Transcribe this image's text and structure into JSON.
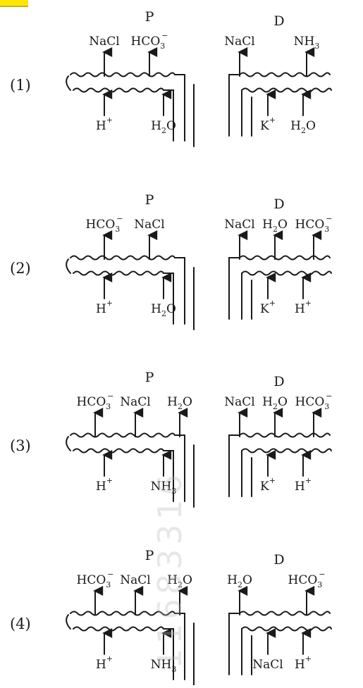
{
  "watermark": "11683316",
  "panels": [
    {
      "number": "(1)",
      "proximal": {
        "title": "P",
        "out": [
          {
            "text": "NaCl"
          },
          {
            "text": "HCO",
            "sub": "3",
            "sup": "−"
          }
        ],
        "in": [
          {
            "text": "H",
            "sup": "+"
          },
          {
            "text": "H",
            "sub": "2",
            "after": "O"
          }
        ]
      },
      "distal": {
        "title": "D",
        "out": [
          {
            "text": "NaCl"
          },
          {
            "text": "NH",
            "sub": "3"
          }
        ],
        "in": [
          {
            "text": "K",
            "sup": "+"
          },
          {
            "text": "H",
            "sub": "2",
            "after": "O"
          }
        ]
      }
    },
    {
      "number": "(2)",
      "proximal": {
        "title": "P",
        "out": [
          {
            "text": "HCO",
            "sub": "3",
            "sup": "−"
          },
          {
            "text": "NaCl"
          }
        ],
        "in": [
          {
            "text": "H",
            "sup": "+"
          },
          {
            "text": "H",
            "sub": "2",
            "after": "O"
          }
        ]
      },
      "distal": {
        "title": "D",
        "out": [
          {
            "text": "NaCl"
          },
          {
            "text": "H",
            "sub": "2",
            "after": "O"
          },
          {
            "text": "HCO",
            "sub": "3",
            "sup": "−"
          }
        ],
        "in": [
          {
            "text": "K",
            "sup": "+"
          },
          {
            "text": "H",
            "sup": "+"
          }
        ]
      }
    },
    {
      "number": "(3)",
      "proximal": {
        "title": "P",
        "out": [
          {
            "text": "HCO",
            "sub": "3",
            "sup": "−"
          },
          {
            "text": "NaCl"
          },
          {
            "text": "H",
            "sub": "2",
            "after": "O"
          }
        ],
        "in": [
          {
            "text": "H",
            "sup": "+"
          },
          {
            "text": "NH",
            "sub": "3"
          }
        ]
      },
      "distal": {
        "title": "D",
        "out": [
          {
            "text": "NaCl"
          },
          {
            "text": "H",
            "sub": "2",
            "after": "O"
          },
          {
            "text": "HCO",
            "sub": "3",
            "sup": "−"
          }
        ],
        "in": [
          {
            "text": "K",
            "sup": "+"
          },
          {
            "text": "H",
            "sup": "+"
          }
        ]
      }
    },
    {
      "number": "(4)",
      "proximal": {
        "title": "P",
        "out": [
          {
            "text": "HCO",
            "sub": "3",
            "sup": "−"
          },
          {
            "text": "NaCl"
          },
          {
            "text": "H",
            "sub": "2",
            "after": "O"
          }
        ],
        "in": [
          {
            "text": "H",
            "sup": "+"
          },
          {
            "text": "NH",
            "sub": "3"
          }
        ]
      },
      "distal": {
        "title": "D",
        "out": [
          {
            "text": "H",
            "sub": "2",
            "after": "O"
          },
          {
            "text": "HCO",
            "sub": "3",
            "sup": "−"
          }
        ],
        "in": [
          {
            "text": "NaCl"
          },
          {
            "text": "H",
            "sup": "+"
          }
        ]
      }
    }
  ]
}
